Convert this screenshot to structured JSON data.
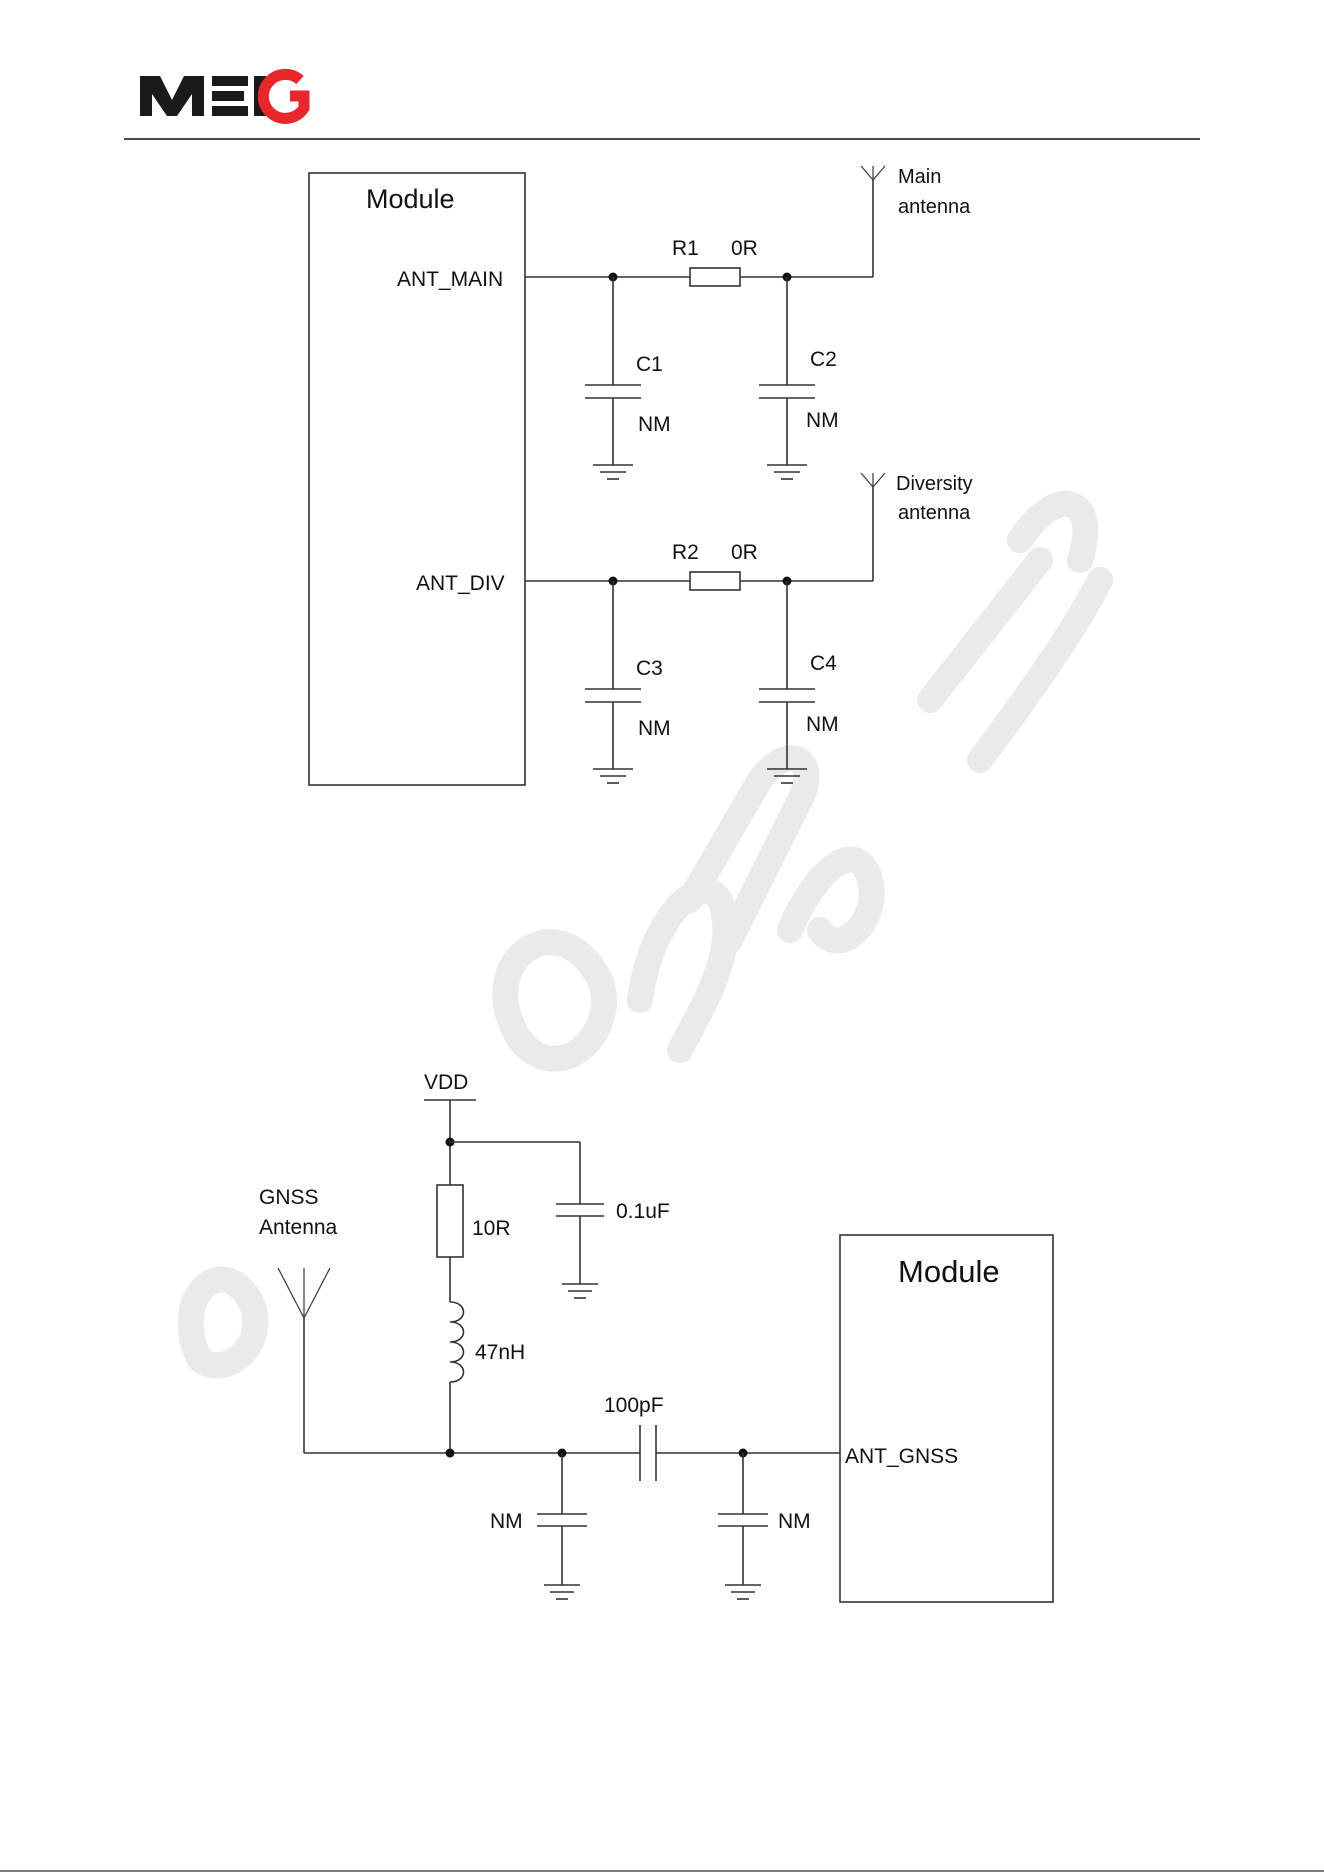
{
  "header": {
    "logo_text": "MEIG",
    "brand_colors": {
      "black": "#1a1a1a",
      "red": "#e8262b"
    }
  },
  "diagram_main": {
    "module_label": "Module",
    "pin_main": "ANT_MAIN",
    "pin_div": "ANT_DIV",
    "main_antenna_line1": "Main",
    "main_antenna_line2": "antenna",
    "div_antenna_line1": "Diversity",
    "div_antenna_line2": "antenna",
    "r1_name": "R1",
    "r1_value": "0R",
    "r2_name": "R2",
    "r2_value": "0R",
    "c1_name": "C1",
    "c1_value": "NM",
    "c2_name": "C2",
    "c2_value": "NM",
    "c3_name": "C3",
    "c3_value": "NM",
    "c4_name": "C4",
    "c4_value": "NM"
  },
  "diagram_gnss": {
    "vdd_label": "VDD",
    "antenna_line1": "GNSS",
    "antenna_line2": "Antenna",
    "resistor_value": "10R",
    "decoupling_cap_value": "0.1uF",
    "inductor_value": "47nH",
    "series_cap_value": "100pF",
    "shunt_cap_left_value": "NM",
    "shunt_cap_right_value": "NM",
    "module_label": "Module",
    "pin_label": "ANT_GNSS"
  },
  "watermark": {
    "color": "#e6e6e6"
  }
}
